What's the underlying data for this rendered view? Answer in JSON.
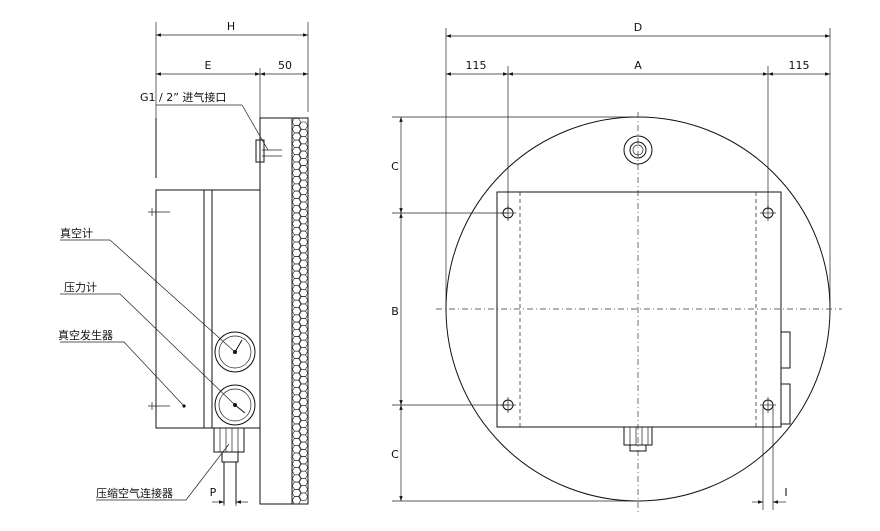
{
  "side_view": {
    "dim_H": "H",
    "dim_E": "E",
    "dim_50": "50",
    "dim_P": "P",
    "label_inlet": "G1 / 2”  进气接口",
    "label_vacuum_gauge": "真空计",
    "label_pressure_gauge": "压力计",
    "label_vacuum_generator": "真空发生器",
    "label_compressed_air": "压缩空气连接器"
  },
  "front_view": {
    "dim_D": "D",
    "dim_A": "A",
    "dim_115_left": "115",
    "dim_115_right": "115",
    "dim_B": "B",
    "dim_C_top": "C",
    "dim_C_bottom": "C",
    "dim_I": "I"
  }
}
